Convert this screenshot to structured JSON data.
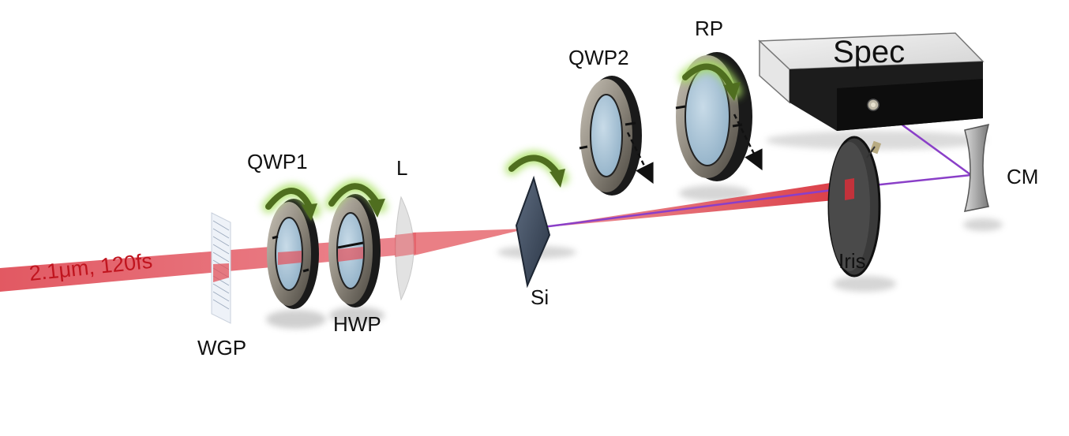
{
  "beam_label": "2.1μm, 120fs",
  "labels": {
    "wgp": "WGP",
    "qwp1": "QWP1",
    "hwp": "HWP",
    "lens": "L",
    "si": "Si",
    "qwp2": "QWP2",
    "rp": "RP",
    "spec": "Spec",
    "iris": "Iris",
    "cm": "CM"
  },
  "colors": {
    "beam_red": "#d9323c",
    "label_red": "#c0141e",
    "harmonic_purple": "#8a3fc8",
    "rotation_arrow": "#4f6e1f",
    "arrow_glow": "#a8e060",
    "optic_glass": "#a9c4d6",
    "mount_dark": "#1a1a1a"
  },
  "icons": [
    "rotation-arrow-icon",
    "rotation-axis-arrow-icon"
  ]
}
